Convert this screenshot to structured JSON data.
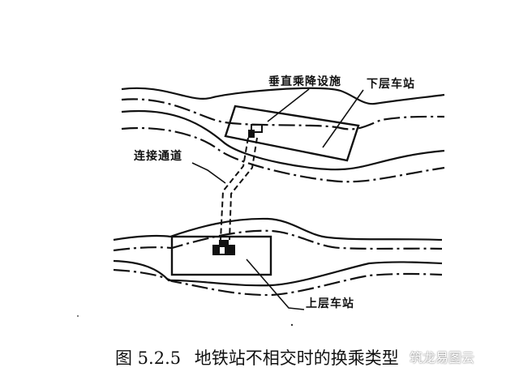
{
  "labels": {
    "vertical_transfer": "垂直乘降设施",
    "lower_station": "下层车站",
    "connecting_passage": "连接通道",
    "upper_station": "上层车站"
  },
  "caption": {
    "number": "图 5.2.5",
    "text": "地铁站不相交时的换乘类型"
  },
  "watermark": "筑龙易图云"
}
